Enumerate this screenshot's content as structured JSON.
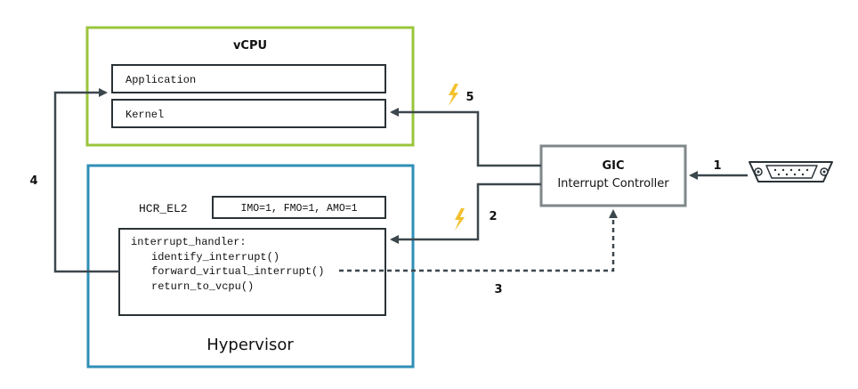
{
  "vcpu": {
    "title": "vCPU",
    "application_label": "Application",
    "kernel_label": "Kernel",
    "border_color": "#9ac53c"
  },
  "hypervisor": {
    "title": "Hypervisor",
    "register_label": "HCR_EL2",
    "register_value": "IMO=1, FMO=1, AMO=1",
    "handler_lines": [
      "interrupt_handler:",
      "identify_interrupt()",
      "forward_virtual_interrupt()",
      "return_to_vcpu()"
    ],
    "border_color": "#2f8fb6"
  },
  "gic": {
    "title": "GIC",
    "subtitle": "Interrupt Controller",
    "border_color": "#7f878a"
  },
  "device": {
    "icon": "serial-connector-icon"
  },
  "steps": {
    "one": "1",
    "two": "2",
    "three": "3",
    "four": "4",
    "five": "5"
  },
  "colors": {
    "arrow": "#3c474d",
    "lightning": "#f2c12e"
  }
}
